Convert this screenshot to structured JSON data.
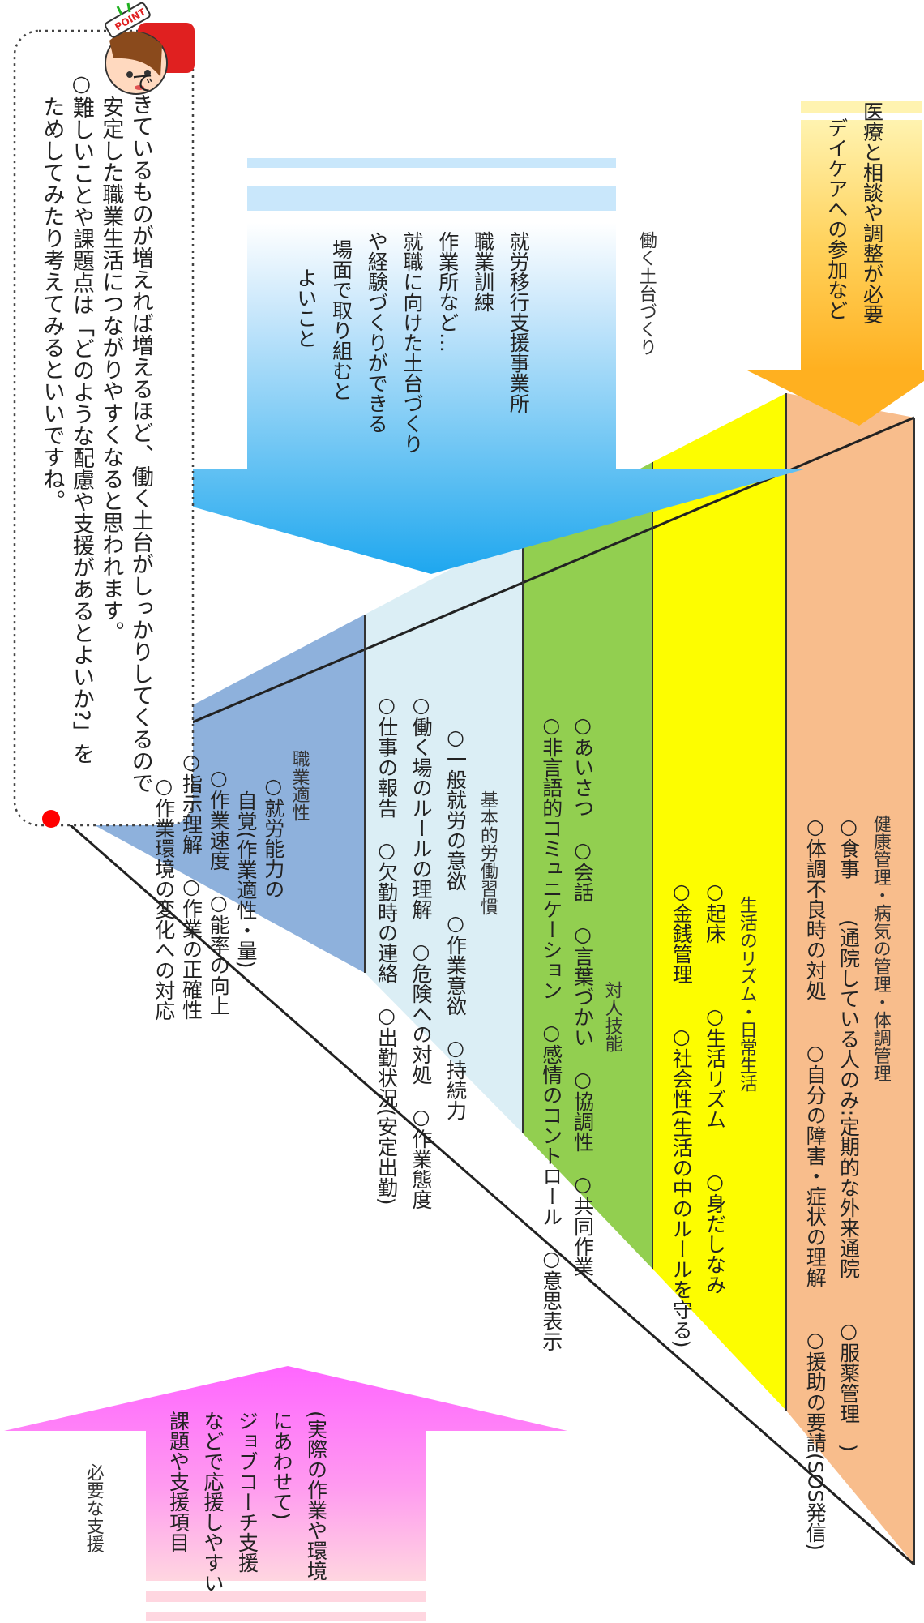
{
  "colors": {
    "layer1": "#8eb1dc",
    "layer2": "#dbeef5",
    "layer3": "#92cf50",
    "layer4": "#fdfd00",
    "layer5": "#f8bd8c",
    "blue_arrow": "#3db1f0",
    "pink_arrow": "#ff66ff",
    "orange_arrow": "#ffb832",
    "bullet": "#ff0000"
  },
  "icons": {
    "character": "girl-with-point-sign-icon",
    "bullet": "red-circle-bullet-icon"
  },
  "callout": {
    "line1": "できているものが増えれば増えるほど、働く土台がしっかりしてくるので",
    "line2": "安定した職業生活につながりやすくなると思われます。",
    "line3": "○難しいことや課題点は「どのような配慮や支援があるとよいか?」を",
    "line4": "ためしてみたり考えてみるといいですね。",
    "sign": "POINT"
  },
  "blue_arrow": {
    "lines": [
      "就労移行支援事業所",
      "職業訓練",
      "作業所など…",
      "就職に向けた土台づくり",
      "や経験づくりができる",
      "場面で取り組むと",
      "よいこと"
    ]
  },
  "blue_label": "働く土台づくり",
  "orange_arrow": {
    "lines": [
      "医療と相談や調整が必要",
      "デイケアへの参加など"
    ]
  },
  "pink_arrow": {
    "lines": [
      "(実際の作業や環境",
      "にあわせて)",
      "ジョブコーチ支援",
      "などで応援しやすい",
      "課題や支援項目"
    ]
  },
  "pink_label": "必要な支援",
  "pyramid": {
    "layer1": {
      "title": "職業適性",
      "lines": [
        "○就労能力の",
        "自覚(作業適性・量)",
        "○作業速度　○能率の向上",
        "○指示理解　○作業の正確性",
        "○作業環境の変化への対応"
      ]
    },
    "layer2": {
      "title": "基本的労働習慣",
      "lines": [
        "○一般就労の意欲　○作業意欲　○持続力",
        "○働く場のルールの理解　○危険への対処　○作業態度",
        "○仕事の報告　○欠勤時の連絡　○出勤状況(安定出勤)"
      ]
    },
    "layer3": {
      "title": "対人技能",
      "lines": [
        "○あいさつ　○会話　○言葉づかい　○協調性　○共同作業",
        "○非言語的コミュニケーション　○感情のコントロール　○意思表示"
      ]
    },
    "layer4": {
      "title": "生活のリズム・日常生活",
      "lines": [
        "○起床　　　○生活リズム　　○身だしなみ",
        "○金銭管理　　○社会性(生活の中のルールを守る)"
      ]
    },
    "layer5": {
      "title": "健康管理・病気の管理・体調管理",
      "lines": [
        "○食事　　(通院している人のみ:定期的な外来通院　　○服薬管理　)",
        "○体調不良時の対処　　○自分の障害・症状の理解　　○援助の要請(SOS発信)"
      ]
    }
  }
}
